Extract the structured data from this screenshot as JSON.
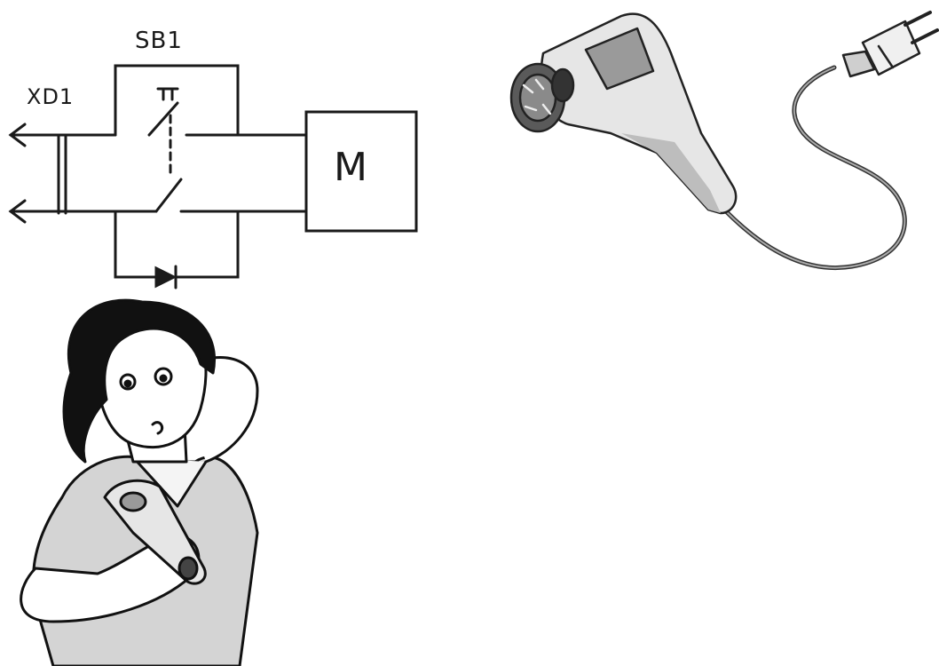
{
  "diagram": {
    "labels": {
      "switch": "SB1",
      "connector": "XD1",
      "motor": "M"
    }
  },
  "colors": {
    "ink": "#1a1a1a",
    "device_body": "#e6e6e6",
    "device_screen": "#9a9a9a",
    "shirt": "#d4d4d4",
    "hair": "#111111"
  }
}
